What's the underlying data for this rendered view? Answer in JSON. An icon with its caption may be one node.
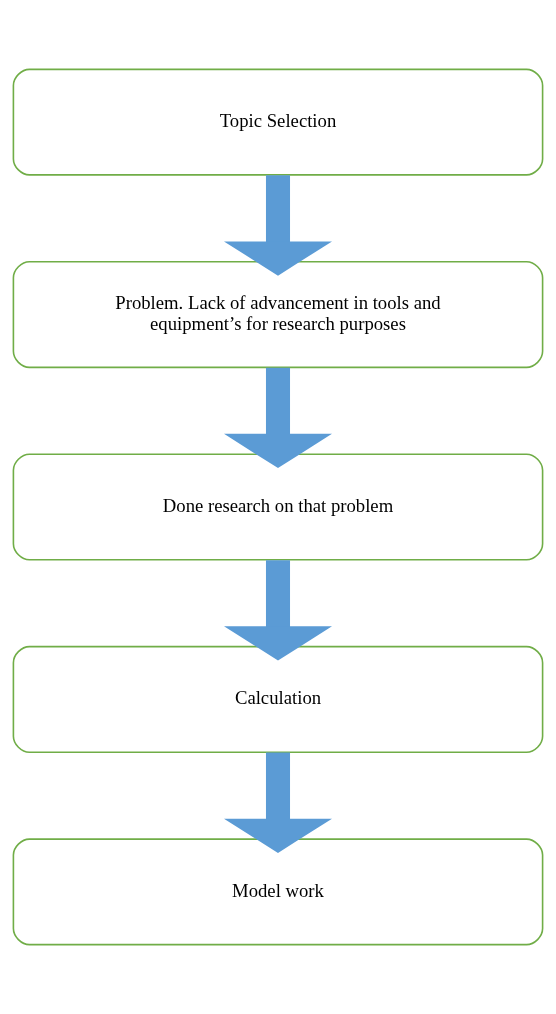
{
  "diagram": {
    "nodes": [
      {
        "text": [
          "Topic Selection"
        ]
      },
      {
        "text": [
          "Problem. Lack of advancement in tools and equipment’s for research purposes"
        ]
      },
      {
        "text": [
          "Done research on that problem"
        ]
      },
      {
        "text": [
          "Calculation"
        ]
      },
      {
        "text": [
          "Model work"
        ]
      }
    ],
    "edges": [
      {
        "from": 0,
        "to": 1,
        "arrow": "to"
      },
      {
        "from": 1,
        "to": 2,
        "arrow": "to"
      },
      {
        "from": 2,
        "to": 3,
        "arrow": "to"
      },
      {
        "from": 3,
        "to": 4,
        "arrow": "to"
      }
    ]
  }
}
